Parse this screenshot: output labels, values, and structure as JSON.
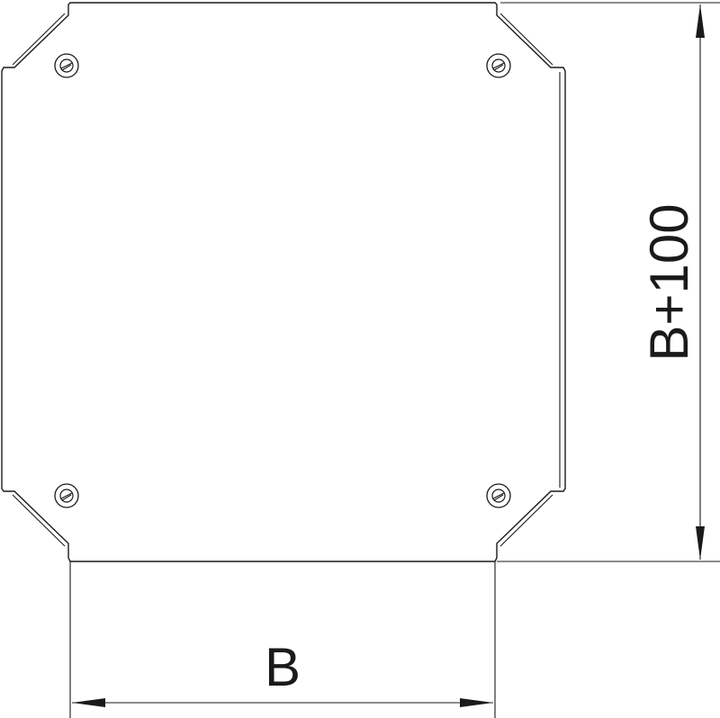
{
  "dimensions": {
    "width_label": "B",
    "height_label": "B+100"
  },
  "screws": [
    {
      "name": "screw-top-left"
    },
    {
      "name": "screw-top-right"
    },
    {
      "name": "screw-bottom-left"
    },
    {
      "name": "screw-bottom-right"
    }
  ]
}
